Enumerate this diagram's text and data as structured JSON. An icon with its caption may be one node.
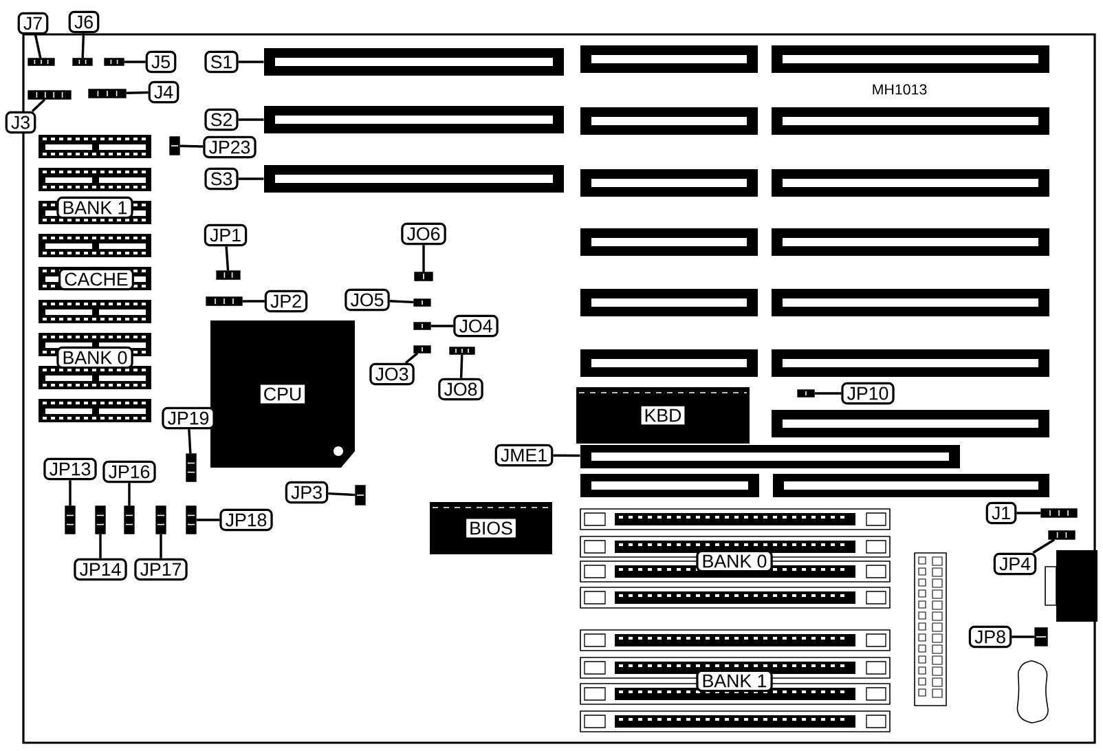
{
  "diagram": {
    "nodes": [
      {
        "text": [
          "J7"
        ]
      },
      {
        "text": [
          "J6"
        ]
      },
      {
        "text": [
          "J5"
        ]
      },
      {
        "text": [
          "J3"
        ]
      },
      {
        "text": [
          "J4"
        ]
      },
      {
        "text": [
          "S1"
        ]
      },
      {
        "text": [
          "S2"
        ]
      },
      {
        "text": [
          "S3"
        ]
      },
      {
        "text": [
          "JP23"
        ]
      },
      {
        "text": [
          "BANK 1"
        ]
      },
      {
        "text": [
          "CACHE"
        ]
      },
      {
        "text": [
          "BANK 0"
        ]
      },
      {
        "text": [
          "JP1"
        ]
      },
      {
        "text": [
          "JP2"
        ]
      },
      {
        "text": [
          "JO6"
        ]
      },
      {
        "text": [
          "JO5"
        ]
      },
      {
        "text": [
          "JO4"
        ]
      },
      {
        "text": [
          "JO3"
        ]
      },
      {
        "text": [
          "JO8"
        ]
      },
      {
        "text": [
          "CPU"
        ]
      },
      {
        "text": [
          "KBD"
        ]
      },
      {
        "text": [
          "JP10"
        ]
      },
      {
        "text": [
          "JME1"
        ]
      },
      {
        "text": [
          "JP19"
        ]
      },
      {
        "text": [
          "JP13"
        ]
      },
      {
        "text": [
          "JP16"
        ]
      },
      {
        "text": [
          "JP3"
        ]
      },
      {
        "text": [
          "JP18"
        ]
      },
      {
        "text": [
          "BIOS"
        ]
      },
      {
        "text": [
          "BANK 0"
        ]
      },
      {
        "text": [
          "J1"
        ]
      },
      {
        "text": [
          "JP4"
        ]
      },
      {
        "text": [
          "JP14"
        ]
      },
      {
        "text": [
          "JP17"
        ]
      },
      {
        "text": [
          "BANK 1"
        ]
      },
      {
        "text": [
          "JP8"
        ]
      },
      {
        "text": [],
        "shape": "box"
      },
      {
        "text": [],
        "shape": "box"
      },
      {
        "text": [],
        "shape": "box"
      },
      {
        "text": [],
        "shape": "box"
      },
      {
        "text": [],
        "shape": "box"
      },
      {
        "text": [],
        "shape": "bar"
      },
      {
        "text": [],
        "shape": "bar"
      },
      {
        "text": [],
        "shape": "bar"
      },
      {
        "text": [],
        "shape": "box"
      },
      {
        "text": [],
        "shape": "box"
      },
      {
        "text": [],
        "shape": "box"
      },
      {
        "text": [],
        "shape": "box"
      },
      {
        "text": [],
        "shape": "box"
      },
      {
        "text": [],
        "shape": "box"
      },
      {
        "text": [],
        "shape": "box"
      },
      {
        "text": [],
        "shape": "box"
      },
      {
        "text": [],
        "shape": "box"
      },
      {
        "text": [],
        "shape": "bar"
      },
      {
        "text": [],
        "shape": "box"
      },
      {
        "text": [],
        "shape": "box"
      },
      {
        "text": [],
        "shape": "box"
      },
      {
        "text": [],
        "shape": "box"
      },
      {
        "text": [],
        "shape": "box"
      },
      {
        "text": [],
        "shape": "box"
      },
      {
        "text": [],
        "shape": "box"
      },
      {
        "text": [],
        "shape": "box"
      },
      {
        "text": [],
        "shape": "box"
      },
      {
        "text": [],
        "shape": "box"
      },
      {
        "text": [],
        "shape": "bar"
      },
      {
        "text": [],
        "shape": "bar"
      },
      {
        "text": [],
        "shape": "bar"
      },
      {
        "text": [],
        "shape": "bar"
      },
      {
        "text": [],
        "shape": "bar"
      },
      {
        "text": [],
        "shape": "bar"
      },
      {
        "text": [],
        "shape": "bar"
      },
      {
        "text": [],
        "shape": "bar"
      },
      {
        "text": [],
        "shape": "bar"
      },
      {
        "text": [],
        "shape": "bar"
      },
      {
        "text": [],
        "shape": "bar"
      },
      {
        "text": [],
        "shape": "bar"
      },
      {
        "text": [],
        "shape": "bar"
      },
      {
        "text": [],
        "shape": "bar"
      },
      {
        "text": [],
        "shape": "bar"
      }
    ],
    "edges": [
      {
        "from": 0,
        "to": 36,
        "arrow": "none"
      },
      {
        "from": 1,
        "to": 37,
        "arrow": "none"
      },
      {
        "from": 2,
        "to": 38,
        "arrow": "none"
      },
      {
        "from": 3,
        "to": 39,
        "arrow": "none"
      },
      {
        "from": 4,
        "to": 40,
        "arrow": "none"
      },
      {
        "from": 5,
        "to": 41,
        "arrow": "none"
      },
      {
        "from": 6,
        "to": 42,
        "arrow": "none"
      },
      {
        "from": 7,
        "to": 43,
        "arrow": "none"
      },
      {
        "from": 8,
        "to": 44,
        "arrow": "none"
      },
      {
        "from": 12,
        "to": 45,
        "arrow": "none"
      },
      {
        "from": 13,
        "to": 46,
        "arrow": "none"
      },
      {
        "from": 14,
        "to": 47,
        "arrow": "none"
      },
      {
        "from": 15,
        "to": 48,
        "arrow": "none"
      },
      {
        "from": 16,
        "to": 49,
        "arrow": "none"
      },
      {
        "from": 17,
        "to": 50,
        "arrow": "none"
      },
      {
        "from": 18,
        "to": 51,
        "arrow": "none"
      },
      {
        "from": 21,
        "to": 52,
        "arrow": "none"
      },
      {
        "from": 22,
        "to": 53,
        "arrow": "none"
      },
      {
        "from": 23,
        "to": 54,
        "arrow": "none"
      },
      {
        "from": 24,
        "to": 55,
        "arrow": "none"
      },
      {
        "from": 32,
        "to": 56,
        "arrow": "none"
      },
      {
        "from": 25,
        "to": 57,
        "arrow": "none"
      },
      {
        "from": 33,
        "to": 58,
        "arrow": "none"
      },
      {
        "from": 27,
        "to": 59,
        "arrow": "none"
      },
      {
        "from": 26,
        "to": 60,
        "arrow": "none"
      },
      {
        "from": 30,
        "to": 61,
        "arrow": "none"
      },
      {
        "from": 31,
        "to": 62,
        "arrow": "none"
      },
      {
        "from": 35,
        "to": 63,
        "arrow": "none"
      }
    ],
    "labels": [
      "MH1013"
    ]
  }
}
